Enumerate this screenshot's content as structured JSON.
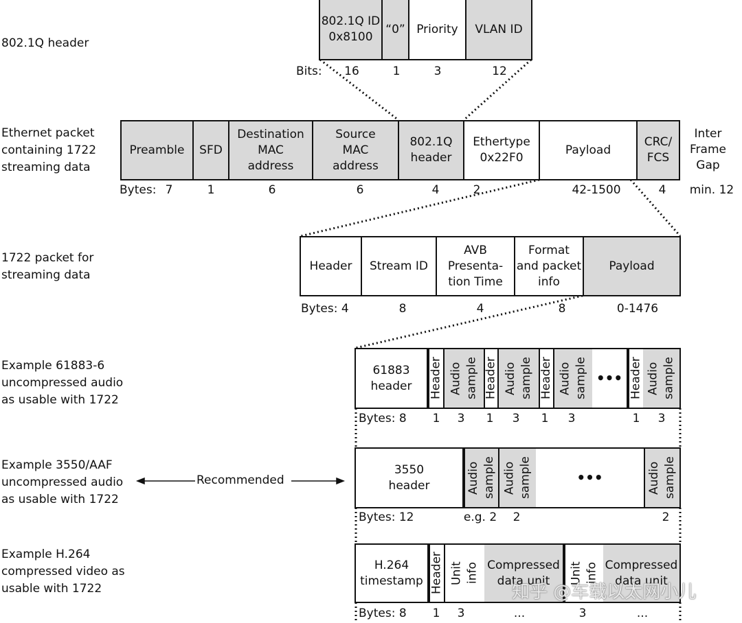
{
  "labels": {
    "q_header": "802.1Q header",
    "eth": "Ethernet packet\ncontaining 1722\nstreaming data",
    "p1722": "1722 packet for\nstreaming data",
    "ex61883": "Example 61883-6\nuncompressed audio\nas usable with 1722",
    "ex3550": "Example 3550/AAF\nuncompressed audio\nas usable with 1722",
    "exh264": "Example H.264\ncompressed video as\nusable with 1722",
    "ifg": "Inter\nFrame\nGap",
    "recommended": "Recommended"
  },
  "q_row": {
    "cells": [
      "802.1Q ID\n0x8100",
      "“0”",
      "Priority",
      "VLAN ID"
    ],
    "bits_label": "Bits:",
    "bits": [
      "16",
      "1",
      "3",
      "12"
    ]
  },
  "eth_row": {
    "cells": [
      "Preamble",
      "SFD",
      "Destination\nMAC\naddress",
      "Source\nMAC\naddress",
      "802.1Q\nheader",
      "Ethertype\n0x22F0",
      "Payload",
      "CRC/\nFCS"
    ],
    "bytes_label": "Bytes:",
    "bytes": [
      "7",
      "1",
      "6",
      "6",
      "4",
      "2",
      "42-1500",
      "4",
      "min. 12"
    ]
  },
  "p1722_row": {
    "cells": [
      "Header",
      "Stream ID",
      "AVB\nPresenta-\ntion Time",
      "Format\nand packet\ninfo",
      "Payload"
    ],
    "bytes": [
      "Bytes: 4",
      "8",
      "4",
      "8",
      "0-1476"
    ]
  },
  "r61883": {
    "cells": [
      "61883\nheader",
      "Header",
      "Audio\nsample",
      "Header",
      "Audio\nsample",
      "Header",
      "Audio\nsample",
      "•••",
      "Header",
      "Audio\nsample"
    ],
    "bytes": [
      "Bytes: 8",
      "1",
      "3",
      "1",
      "3",
      "1",
      "3",
      "1",
      "3"
    ]
  },
  "r3550": {
    "cells": [
      "3550\nheader",
      "Audio\nsample",
      "Audio\nsample",
      "•••",
      "Audio\nsample"
    ],
    "bytes": [
      "Bytes: 12",
      "e.g. 2",
      "2",
      "2"
    ]
  },
  "rh264": {
    "cells": [
      "H.264\ntimestamp",
      "Header",
      "Unit\ninfo",
      "Compressed\ndata unit",
      "Unit\ninfo",
      "Compressed\ndata unit"
    ],
    "bytes": [
      "Bytes:  8",
      "1",
      "3",
      "...",
      "3",
      "..."
    ]
  },
  "watermark": "知乎 @车载以太网小儿"
}
